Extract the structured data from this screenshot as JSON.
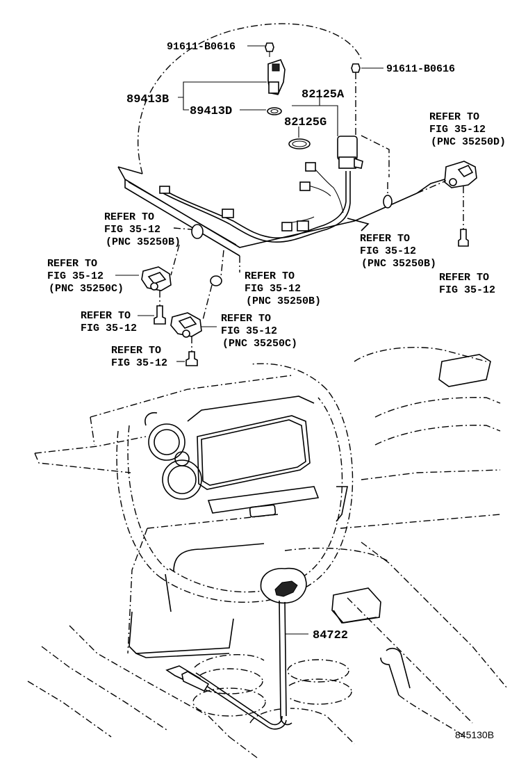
{
  "labels": {
    "bolt_top": "91611-B0616",
    "bolt_right": "91611-B0616",
    "sensor_group": "89413B",
    "sensor_gasket": "89413D",
    "harness": "82125A",
    "harness_grommet": "82125G",
    "shift_cable": "84722",
    "figure_code": "845130B"
  },
  "refs": {
    "refer": "REFER TO",
    "fig": "FIG 35-12",
    "pnc_d": "(PNC 35250D)",
    "pnc_b": "(PNC 35250B)",
    "pnc_c": "(PNC 35250C)"
  }
}
